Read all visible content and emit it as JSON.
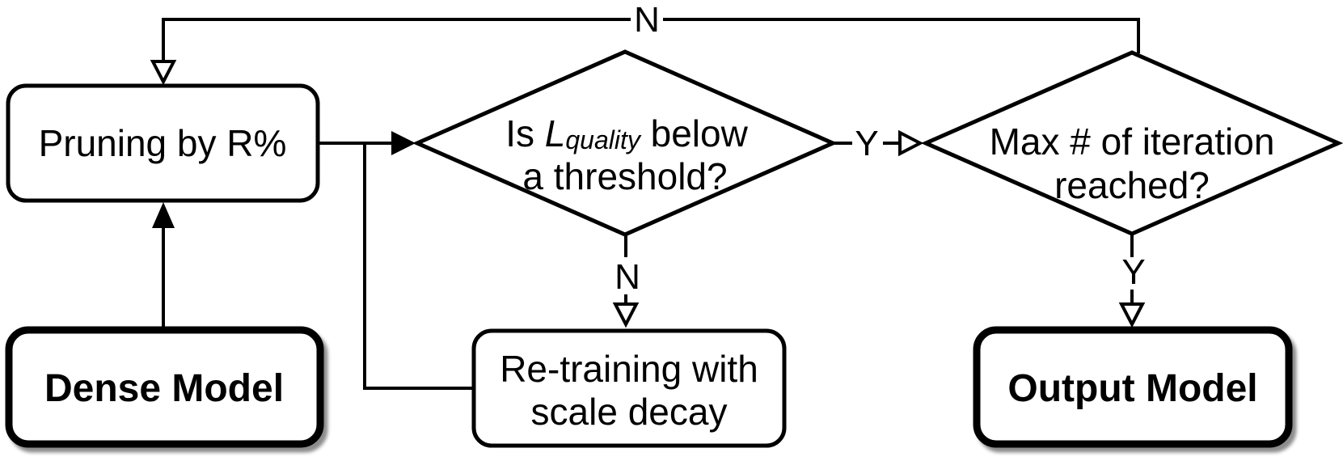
{
  "canvas": {
    "background": "#ffffff",
    "line_color": "#000000",
    "shape_fill": "#ffffff"
  },
  "nodes": {
    "pruning": {
      "label": "Pruning by R%"
    },
    "dense_model": {
      "label": "Dense Model"
    },
    "retraining": {
      "line1": "Re-training with",
      "line2": "scale decay"
    },
    "output_model": {
      "label": "Output Model"
    },
    "quality_decision": {
      "prefix": "Is ",
      "variable": "L",
      "subscript": "quality",
      "suffix": " below",
      "line2": "a threshold?"
    },
    "iteration_decision": {
      "line1": "Max # of iteration",
      "line2": "reached?"
    }
  },
  "edge_labels": {
    "iteration_no": "N",
    "quality_no": "N",
    "quality_yes": "Y",
    "iteration_yes": "Y"
  }
}
